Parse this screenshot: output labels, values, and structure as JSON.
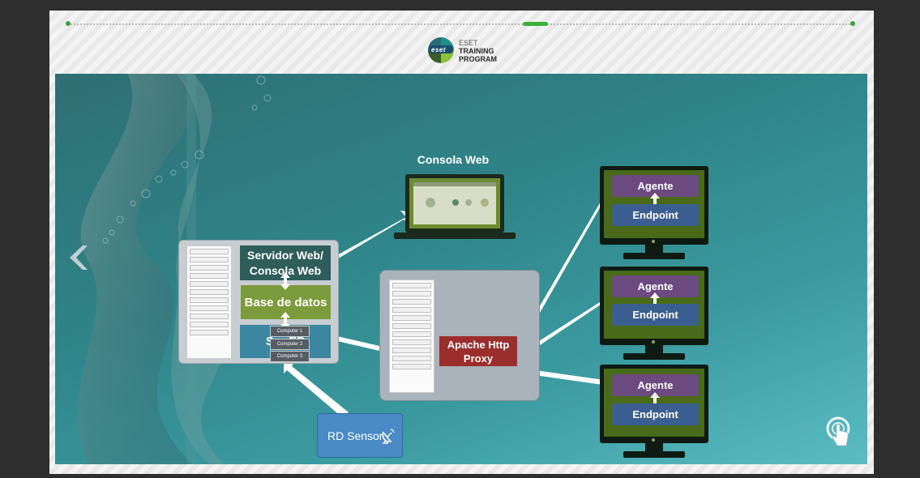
{
  "logo": {
    "line1": "ESET",
    "line2": "TRAINING",
    "line3": "PROGRAM",
    "badge": "eset"
  },
  "progress": {
    "current_step_fraction": 0.6
  },
  "diagram": {
    "console_title": "Consola Web",
    "web_server_label": "Servidor Web/ Consola Web",
    "database_label": "Base de datos",
    "era_server_label": "Servidor ERA",
    "era_server_visible": "Ser EP",
    "computers": [
      "Computer 1",
      "Computer 2",
      "Computer 3"
    ],
    "proxy_label": "Apache Http Proxy",
    "rd_sensor_label": "RD Sensor",
    "clients": [
      {
        "agent": "Agente",
        "endpoint": "Endpoint"
      },
      {
        "agent": "Agente",
        "endpoint": "Endpoint"
      },
      {
        "agent": "Agente",
        "endpoint": "Endpoint"
      }
    ]
  },
  "nav": {
    "prev_icon": "chevron-left-icon",
    "tap_icon": "tap-hand-icon"
  },
  "colors": {
    "accent": "#3db03a",
    "stage": "#2f8488",
    "proxy": "#9b2d2c",
    "agent": "#6c4a80",
    "endpoint": "#3a5e8f"
  }
}
